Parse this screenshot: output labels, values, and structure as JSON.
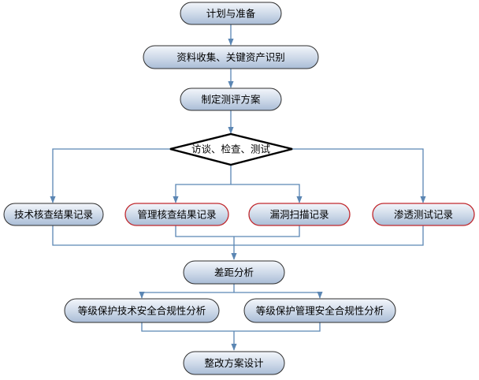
{
  "nodes": {
    "plan": "计划与准备",
    "collect": "资料收集、关键资产识别",
    "scheme": "制定测评方案",
    "decision": "访谈、检查、测试",
    "tech_record": "技术核查结果记录",
    "mgmt_record": "管理核查结果记录",
    "vuln_scan": "漏洞扫描记录",
    "pentest": "渗透测试记录",
    "gap": "差距分析",
    "tech_analysis": "等级保护技术安全合规性分析",
    "mgmt_analysis": "等级保护管理安全合规性分析",
    "rectify": "整改方案设计"
  },
  "colors": {
    "node_fill_top": "#f3f6fb",
    "node_fill_bottom": "#a9bcd6",
    "node_border": "#2e2e2e",
    "highlight_border": "#c0282d",
    "connector": "#5b86b3",
    "decision_fill": "#ffffff",
    "decision_border": "#000000"
  }
}
